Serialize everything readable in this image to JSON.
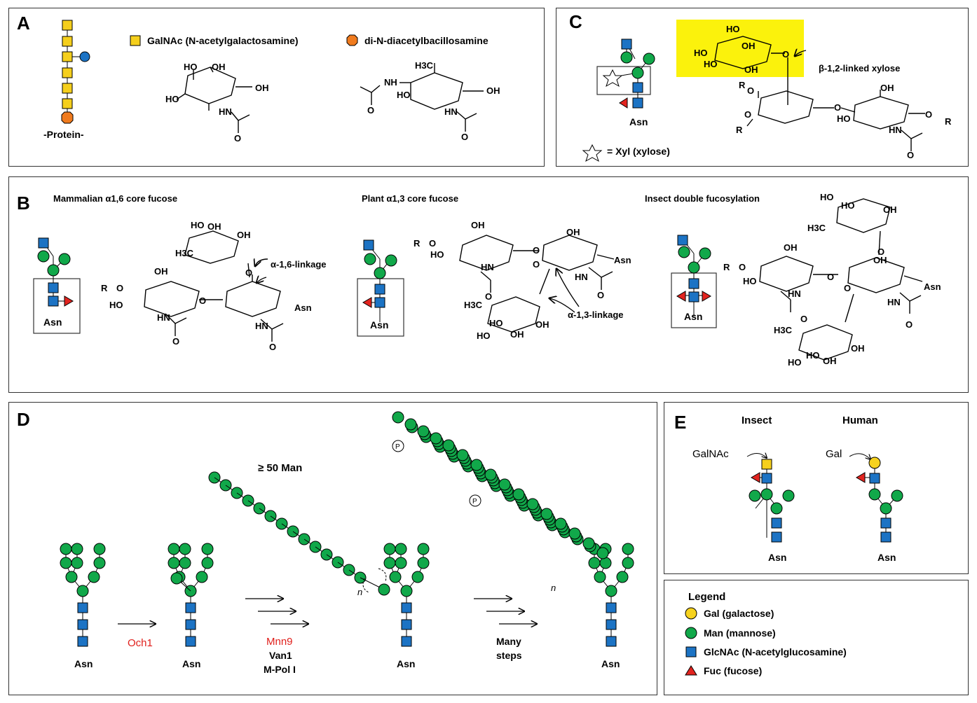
{
  "panels": {
    "a": {
      "label": "A",
      "protein": "-Protein-",
      "legend_galnac": "GalNAc (N-acetylgalactosamine)",
      "legend_bac": "di-N-diacetylbacillosamine"
    },
    "c": {
      "label": "C",
      "annotation": "β-1,2-linked xylose",
      "asn": "Asn",
      "xyl_legend": "= Xyl (xylose)"
    },
    "b": {
      "label": "B",
      "title_mammalian": "Mammalian α1,6 core fucose",
      "title_plant": "Plant α1,3 core fucose",
      "title_insect": "Insect double fucosylation",
      "linkage_16": "α-1,6-linkage",
      "linkage_13": "α-1,3-linkage",
      "asn": "Asn"
    },
    "d": {
      "label": "D",
      "man50": "≥ 50 Man",
      "och1": "Och1",
      "mnn9": "Mnn9",
      "van1": "Van1",
      "mpol": "M-Pol I",
      "many": "Many",
      "steps": "steps",
      "asn": "Asn",
      "n": "n",
      "p": "P"
    },
    "e": {
      "label": "E",
      "insect": "Insect",
      "human": "Human",
      "galnac": "GalNAc",
      "gal": "Gal",
      "asn": "Asn"
    },
    "legend": {
      "title": "Legend",
      "items": [
        "Gal (galactose)",
        "Man (mannose)",
        "GlcNAc (N-acetylglucosamine)",
        "Fuc (fucose)"
      ]
    }
  },
  "chem": {
    "ho": "HO",
    "oh": "OH",
    "o": "O",
    "r": "R",
    "nh": "HN",
    "nh2": "NH",
    "asn": "Asn",
    "h3c": "H3C"
  },
  "colors": {
    "galnac": "#f5cf1c",
    "bac": "#f07b1e",
    "man": "#11a84a",
    "glcnac": "#1c73c4",
    "fuc": "#e2241f",
    "gal": "#f6d21e",
    "highlight": "#fbf20c"
  }
}
